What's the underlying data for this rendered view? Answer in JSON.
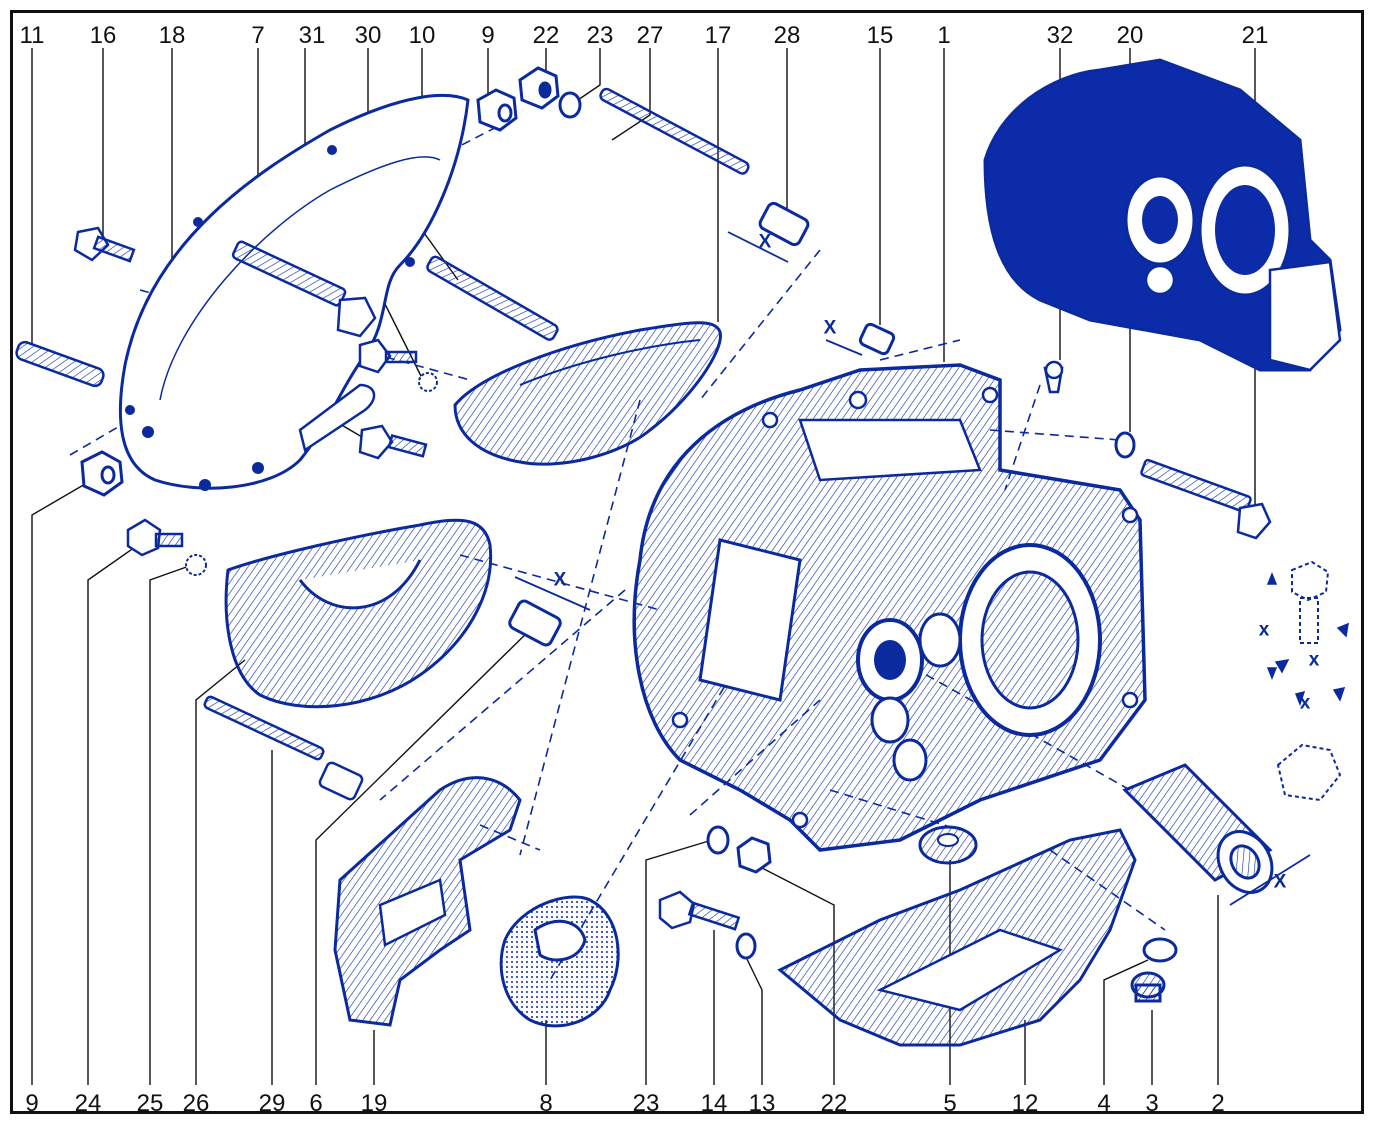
{
  "diagram": {
    "colors": {
      "ink": "#0a2a9e",
      "fill": "#0c2ba8",
      "tint": "#dfe6fb",
      "frame": "#111111"
    },
    "top_labels": [
      "11",
      "16",
      "18",
      "7",
      "31",
      "30",
      "10",
      "9",
      "22",
      "23",
      "27",
      "17",
      "28",
      "15",
      "1",
      "32",
      "20",
      "21"
    ],
    "bottom_labels": [
      "9",
      "24",
      "25",
      "26",
      "29",
      "6",
      "19",
      "8",
      "23",
      "14",
      "13",
      "22",
      "5",
      "12",
      "4",
      "3",
      "2"
    ],
    "dimension_mark": "X",
    "small_marks": [
      "x",
      "x",
      "x"
    ]
  }
}
